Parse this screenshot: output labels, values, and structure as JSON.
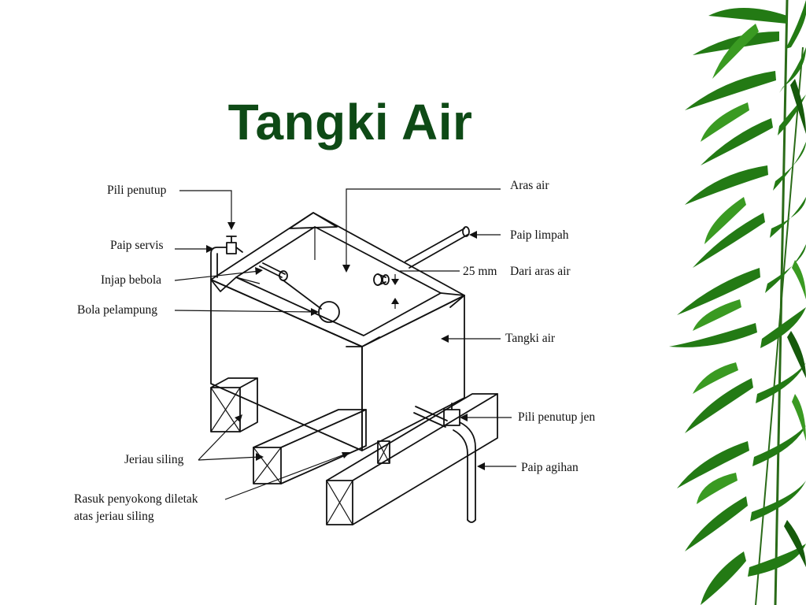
{
  "slide": {
    "title": "Tangki Air"
  },
  "diagram": {
    "labels": {
      "pili_penutup": "Pili penutup",
      "paip_servis": "Paip servis",
      "injap_bebola": "Injap bebola",
      "bola_pelampung": "Bola pelampung",
      "jeriau_siling": "Jeriau siling",
      "rasuk_line1": "Rasuk penyokong diletak",
      "rasuk_line2": "atas jeriau siling",
      "aras_air": "Aras air",
      "paip_limpah": "Paip limpah",
      "mm25": "25 mm",
      "dari_aras_air": "Dari aras air",
      "tangki_air": "Tangki air",
      "pili_penutup_jen": "Pili penutup jen",
      "paip_agihan": "Paip agihan"
    }
  },
  "colors": {
    "title": "#0e4a16",
    "leaf_dark": "#1f6b12",
    "leaf_mid": "#2f8f1c",
    "leaf_light": "#4aa82c"
  },
  "decoration": {
    "border_icon": "bamboo-leaves"
  }
}
